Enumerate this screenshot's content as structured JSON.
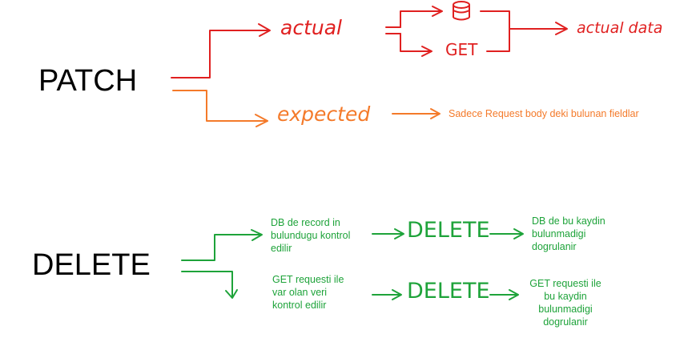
{
  "colors": {
    "red": "#e02020",
    "orange": "#f47a2a",
    "green": "#1ea33a",
    "black": "#000000"
  },
  "patch": {
    "title": "PATCH",
    "actual_label": "actual",
    "db_icon": "database-icon",
    "get_label": "GET",
    "actual_data_label": "actual data",
    "expected_label": "expected",
    "expected_result": "Sadece Request body deki bulunan fieldlar"
  },
  "delete": {
    "title": "DELETE",
    "branch1_condition": [
      "DB de record in",
      "bulundugu kontrol",
      "edilir"
    ],
    "branch1_action": "DELETE",
    "branch1_result": [
      "DB de bu kaydin",
      "bulunmadigi",
      "dogrulanir"
    ],
    "branch2_condition": [
      "GET requesti ile",
      "var olan veri",
      "kontrol edilir"
    ],
    "branch2_action": "DELETE",
    "branch2_result": [
      "GET requesti ile",
      "bu kaydin",
      "bulunmadigi",
      "dogrulanir"
    ]
  }
}
